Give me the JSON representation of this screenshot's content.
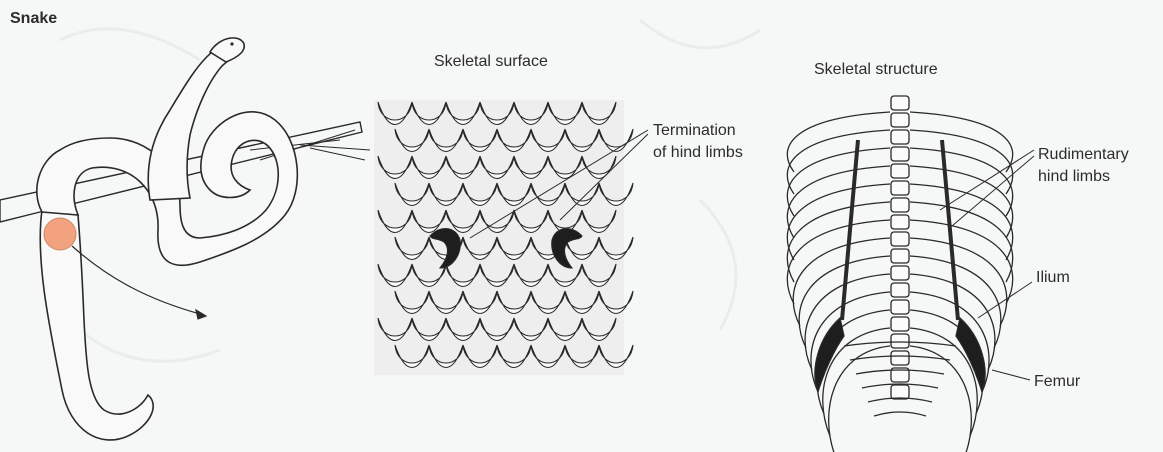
{
  "figure": {
    "title": "Snake",
    "panels": {
      "surface": {
        "title": "Skeletal surface"
      },
      "structure": {
        "title": "Skeletal structure"
      }
    },
    "labels": {
      "termination_line1": "Termination",
      "termination_line2": "of hind limbs",
      "rudimentary_line1": "Rudimentary",
      "rudimentary_line2": "hind limbs",
      "ilium": "Ilium",
      "femur": "Femur"
    },
    "colors": {
      "ink": "#2a2a2a",
      "highlight": "#f2a27e",
      "background": "#f6f7f7"
    }
  }
}
